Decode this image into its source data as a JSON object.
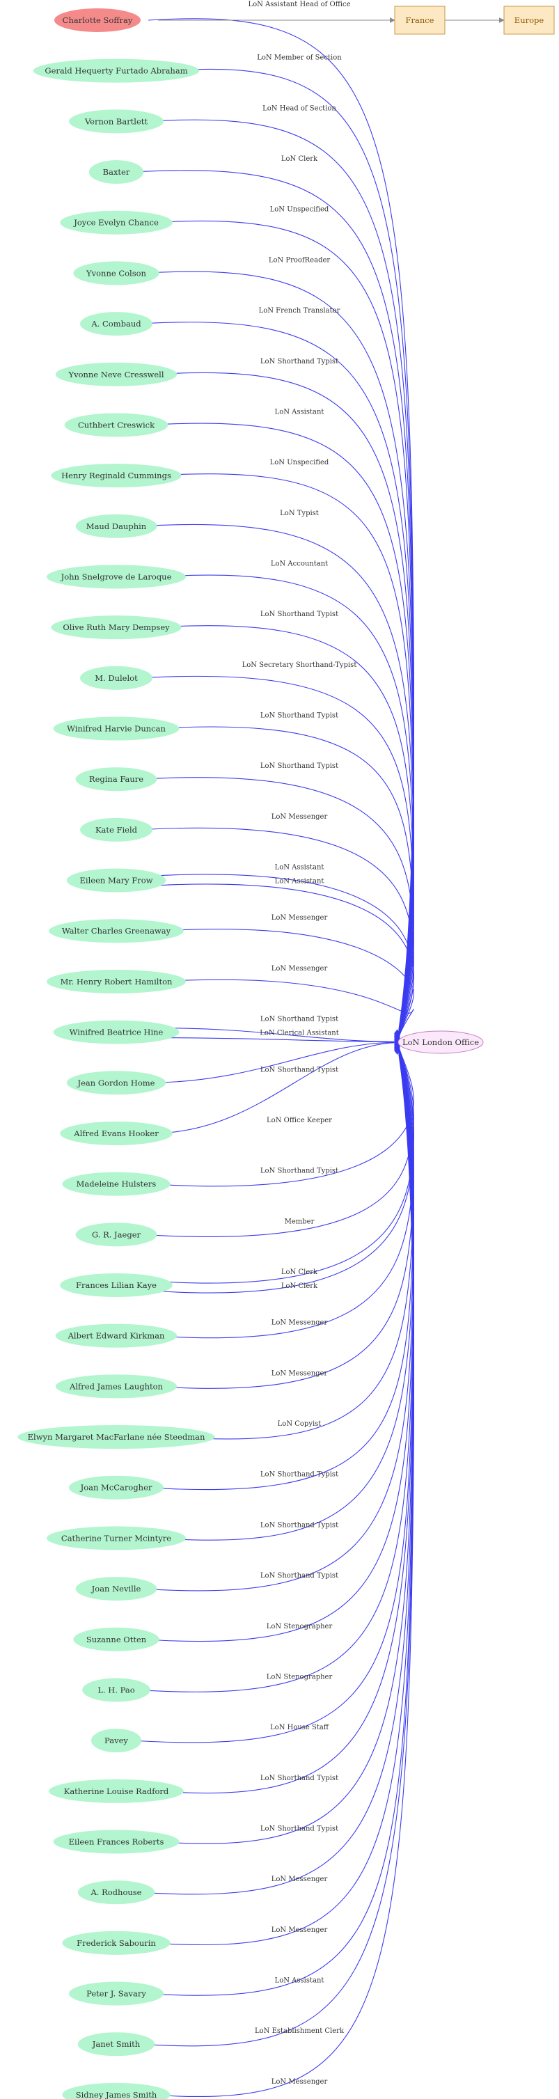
{
  "colors": {
    "person_fill": "#b2f5cf",
    "highlight_fill": "#f58a8a",
    "office_fill": "#fbe9fb",
    "office_stroke": "#c77dc7",
    "place_fill": "#fde8c4",
    "place_stroke": "#c89a4a",
    "edge": "#3b3bf0",
    "place_edge": "#888888"
  },
  "office": {
    "name": "LoN London Office"
  },
  "places": [
    {
      "name": "France"
    },
    {
      "name": "Europe"
    }
  ],
  "people": [
    {
      "name": "Charlotte Soffray",
      "role": "LoN Assistant Head of Office",
      "highlight": true
    },
    {
      "name": "Gerald Hequerty Furtado Abraham",
      "role": "LoN Member of Section"
    },
    {
      "name": "Vernon Bartlett",
      "role": "LoN Head of Section"
    },
    {
      "name": "Baxter",
      "role": "LoN Clerk"
    },
    {
      "name": "Joyce Evelyn Chance",
      "role": "LoN Unspecified"
    },
    {
      "name": "Yvonne Colson",
      "role": "LoN ProofReader"
    },
    {
      "name": "A. Combaud",
      "role": "LoN French Translator"
    },
    {
      "name": "Yvonne Neve Cresswell",
      "role": "LoN Shorthand Typist"
    },
    {
      "name": "Cuthbert Creswick",
      "role": "LoN Assistant"
    },
    {
      "name": "Henry Reginald Cummings",
      "role": "LoN Unspecified"
    },
    {
      "name": "Maud Dauphin",
      "role": "LoN Typist"
    },
    {
      "name": "John Snelgrove de Laroque",
      "role": "LoN Accountant"
    },
    {
      "name": "Olive Ruth Mary Dempsey",
      "role": "LoN Shorthand Typist"
    },
    {
      "name": "M. Dulelot",
      "role": "LoN Secretary Shorthand-Typist"
    },
    {
      "name": "Winifred Harvie Duncan",
      "role": "LoN Shorthand Typist"
    },
    {
      "name": "Regina Faure",
      "role": "LoN Shorthand Typist"
    },
    {
      "name": "Kate Field",
      "role": "LoN Messenger"
    },
    {
      "name": "Eileen Mary Frow",
      "roles": [
        "LoN Assistant",
        "LoN Assistant"
      ]
    },
    {
      "name": "Walter Charles Greenaway",
      "role": "LoN Messenger"
    },
    {
      "name": "Mr. Henry Robert Hamilton",
      "role": "LoN Messenger"
    },
    {
      "name": "Winifred Beatrice Hine",
      "roles": [
        "LoN Shorthand Typist",
        "LoN Clerical Assistant"
      ]
    },
    {
      "name": "Jean Gordon Home",
      "role": "LoN Shorthand Typist"
    },
    {
      "name": "Alfred Evans Hooker",
      "role": "LoN Office Keeper"
    },
    {
      "name": "Madeleine Hulsters",
      "role": "LoN Shorthand Typist"
    },
    {
      "name": "G. R. Jaeger",
      "role": "Member"
    },
    {
      "name": "Frances Lilian Kaye",
      "roles": [
        "LoN Clerk",
        "LoN Clerk"
      ]
    },
    {
      "name": "Albert Edward Kirkman",
      "role": "LoN Messenger"
    },
    {
      "name": "Alfred James Laughton",
      "role": "LoN Messenger"
    },
    {
      "name": "Elwyn Margaret MacFarlane née Steedman",
      "role": "LoN Copyist"
    },
    {
      "name": "Joan McCarogher",
      "role": "LoN Shorthand Typist"
    },
    {
      "name": "Catherine Turner Mcintyre",
      "role": "LoN Shorthand Typist"
    },
    {
      "name": "Joan Neville",
      "role": "LoN Shorthand Typist"
    },
    {
      "name": "Suzanne Otten",
      "role": "LoN Stenographer"
    },
    {
      "name": "L. H. Pao",
      "role": "LoN Stenographer"
    },
    {
      "name": "Pavey",
      "role": "LoN House Staff"
    },
    {
      "name": "Katherine Louise Radford",
      "role": "LoN Shorthand Typist"
    },
    {
      "name": "Eileen Frances Roberts",
      "role": "LoN Shorthand Typist"
    },
    {
      "name": "A. Rodhouse",
      "role": "LoN Messenger"
    },
    {
      "name": "Frederick Sabourin",
      "role": "LoN Messenger"
    },
    {
      "name": "Peter J. Savary",
      "role": "LoN Assistant"
    },
    {
      "name": "Janet Smith",
      "role": "LoN Establishment Clerk"
    },
    {
      "name": "Sidney James Smith",
      "role": "LoN Messenger"
    }
  ]
}
